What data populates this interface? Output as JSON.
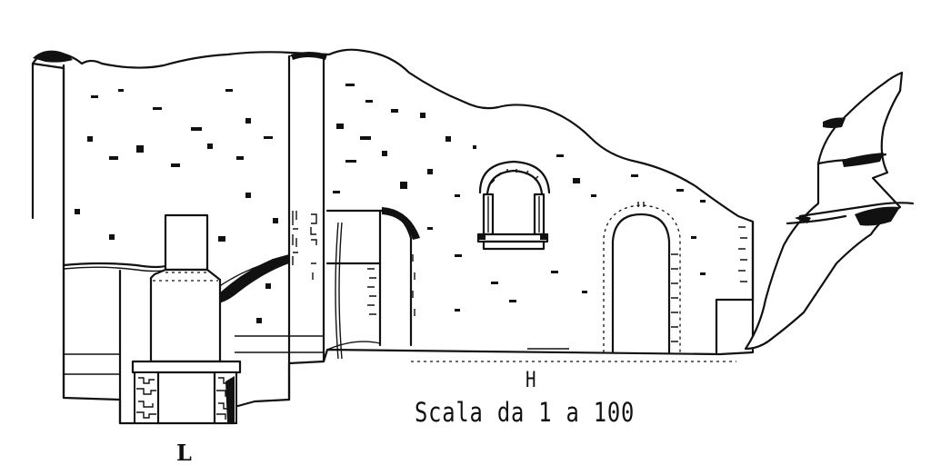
{
  "figure": {
    "type": "architectural elevation drawing",
    "subject": "ruined wall section with doorways, arched window niche and pilasters",
    "colors": {
      "ink": "#111111",
      "paper": "#ffffff"
    }
  },
  "labels": {
    "section_h": "H",
    "scale_note": "Scala da 1 a 100",
    "section_l": "L"
  },
  "elements": {
    "left_pilaster": "narrow vertical pilaster at far left",
    "arched_window": "arched window niche with columns and sill",
    "arched_doorway": "round-arched doorway",
    "rectangular_doorway": "rectangular doorway with rounded head",
    "chimney_block": "stepped block with rubble masonry bases (L)",
    "rock_outcrop": "broken rock mass at right edge"
  }
}
